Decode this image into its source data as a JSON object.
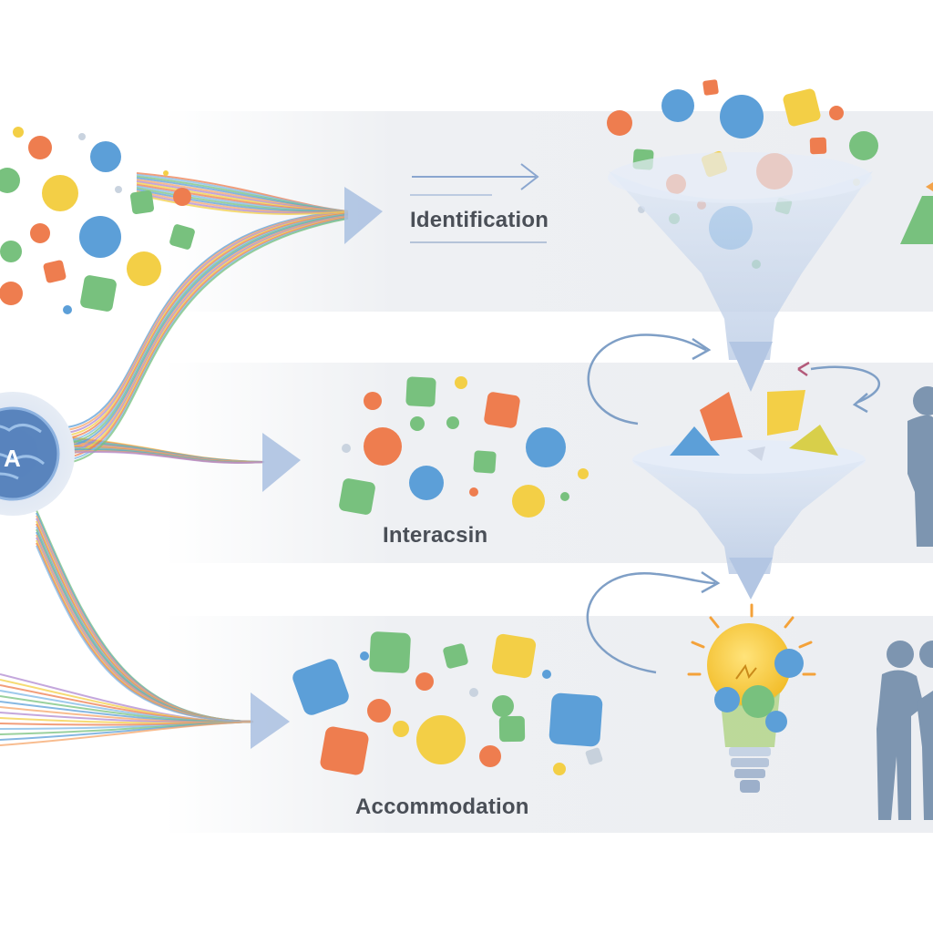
{
  "diagram": {
    "stages": [
      {
        "id": "identification",
        "label": "Identification"
      },
      {
        "id": "interaction",
        "label": "Interacsin"
      },
      {
        "id": "accommodation",
        "label": "Accommodation"
      }
    ],
    "brain_letter": "A",
    "palette": {
      "orange": "#ee7d4f",
      "blue": "#5c9fd8",
      "yellow": "#f3cf46",
      "green": "#78c17e",
      "funnel": "#c9d7ea",
      "band": "#eef0f3",
      "silhouette": "#7d95b0",
      "arrow": "#9fb3d6"
    },
    "icons": [
      "brain-icon",
      "funnel-icon",
      "lightbulb-icon",
      "person-silhouette-icon",
      "handshake-silhouette-icon"
    ]
  }
}
